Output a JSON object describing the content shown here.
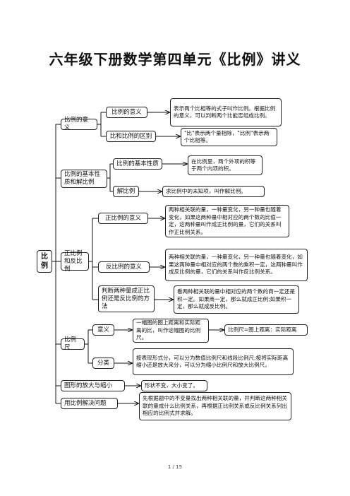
{
  "doc_title": "六年级下册数学第四单元《比例》讲义",
  "page_indicator": "1 / 15",
  "root": "比例",
  "sections": {
    "meaning": {
      "label": "比例的意义",
      "sub1": {
        "label": "比例的意义",
        "desc": "表示两个比相等的式子叫作比例。根据比例的意义，可以判断两个比能否组成比例。"
      },
      "sub2": {
        "label": "比和比例的区别",
        "desc": "\"比\"表示两个量相除，\"比例\"表示两个比相等。"
      }
    },
    "property": {
      "label": "比例的基本性质和解比例",
      "sub1": {
        "label": "比例的基本性质",
        "desc": "在比例里，两个外项的积等于两个内项的积。"
      },
      "sub2": {
        "label": "解比例",
        "desc": "求比例中的未知项，叫作解比例。"
      }
    },
    "proportion": {
      "label": "正比例和反比例",
      "sub1": {
        "label": "正比例的意义",
        "desc": "两种相关联的量，一种量变化，另一种量也随着变化，如果这两种量中相对应的两个数的比值一定，这两种量叫作成正比例的量，它们的关系叫作正比例关系。"
      },
      "sub2": {
        "label": "反比例的意义",
        "desc": "两种相关联的量，一种量变化，另一种量也随着变化，如果这两种量中相对应的两个数的乘积一定，这两种量叫作成反比例的量，它们的关系叫作反比例关系。"
      },
      "sub3": {
        "label": "判断两种量成正比例还是反比例的方法",
        "desc": "看两种相关联的量中相对应的两个数的商一定还是积一定。如果商一定，那么就成正比例;如果积一定，那么就成反比例。"
      }
    },
    "scale": {
      "label": "比例尺",
      "sub1": {
        "label": "意义",
        "desc": "一幅图的图上距离和实际距离的比，叫作这幅图的比例尺。",
        "formula": "比例尺=图上距离：实际距离"
      },
      "sub2": {
        "label": "分类",
        "desc": "按表现形式分，可以分为数值比例尺和线段比例尺;按将实际距离缩小还是放大来分，可以分为缩小比例尺和放大比例尺。"
      }
    },
    "zoom": {
      "label": "图形的放大与缩小",
      "desc": "形状不变，大小变了。"
    },
    "solve": {
      "label": "用比例解决问题",
      "desc": "先根据题中的不变量找出两种相关联的量，并判断这两种相关联的量成什么比例关系，再根据正比例关系或反比例关系列出相应的比例式并求解。"
    }
  }
}
